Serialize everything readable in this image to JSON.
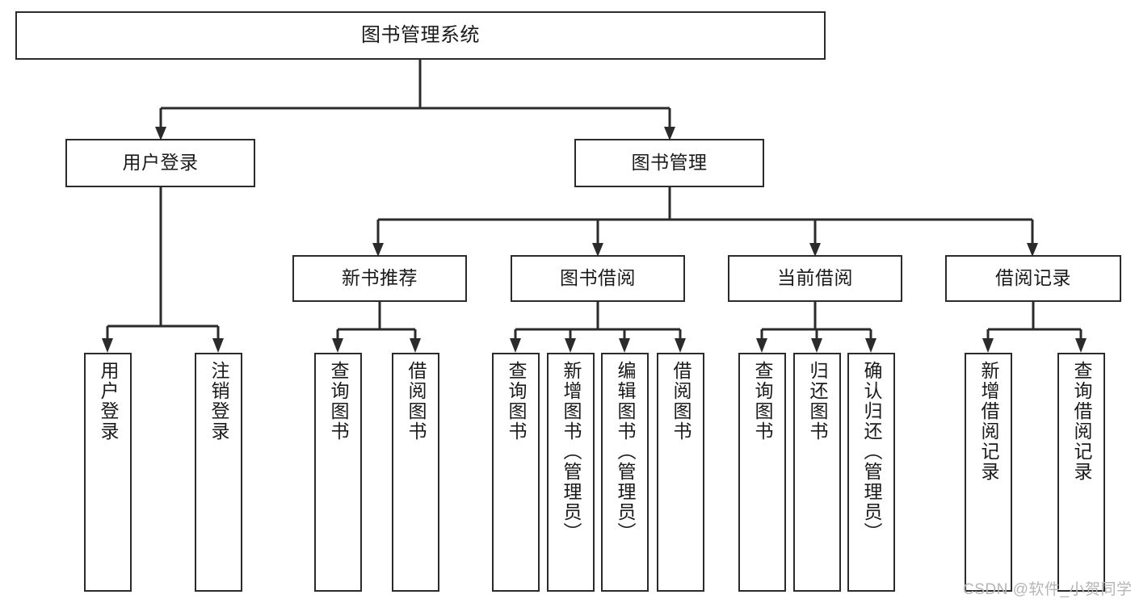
{
  "diagram": {
    "title": "图书管理系统",
    "type": "tree-hierarchy",
    "root": {
      "label": "图书管理系统"
    },
    "level1": [
      {
        "label": "用户登录"
      },
      {
        "label": "图书管理"
      }
    ],
    "level2": [
      {
        "label": "新书推荐"
      },
      {
        "label": "图书借阅"
      },
      {
        "label": "当前借阅"
      },
      {
        "label": "借阅记录"
      }
    ],
    "leaves": {
      "user_login": [
        {
          "label": "用户登录"
        },
        {
          "label": "注销登录"
        }
      ],
      "new_book_recommend": [
        {
          "label": "查询图书"
        },
        {
          "label": "借阅图书"
        }
      ],
      "book_borrow": [
        {
          "label": "查询图书"
        },
        {
          "label": "新增图书（管理员）"
        },
        {
          "label": "编辑图书（管理员）"
        },
        {
          "label": "借阅图书"
        }
      ],
      "current_borrow": [
        {
          "label": "查询图书"
        },
        {
          "label": "归还图书"
        },
        {
          "label": "确认归还（管理员）"
        }
      ],
      "borrow_record": [
        {
          "label": "新增借阅记录"
        },
        {
          "label": "查询借阅记录"
        }
      ]
    }
  },
  "watermark": {
    "text": "CSDN @软件_小贺同学"
  },
  "colors": {
    "border": "#2b2b2b",
    "background": "#ffffff",
    "text": "#1a1a1a",
    "watermark": "#b5b5b5"
  }
}
